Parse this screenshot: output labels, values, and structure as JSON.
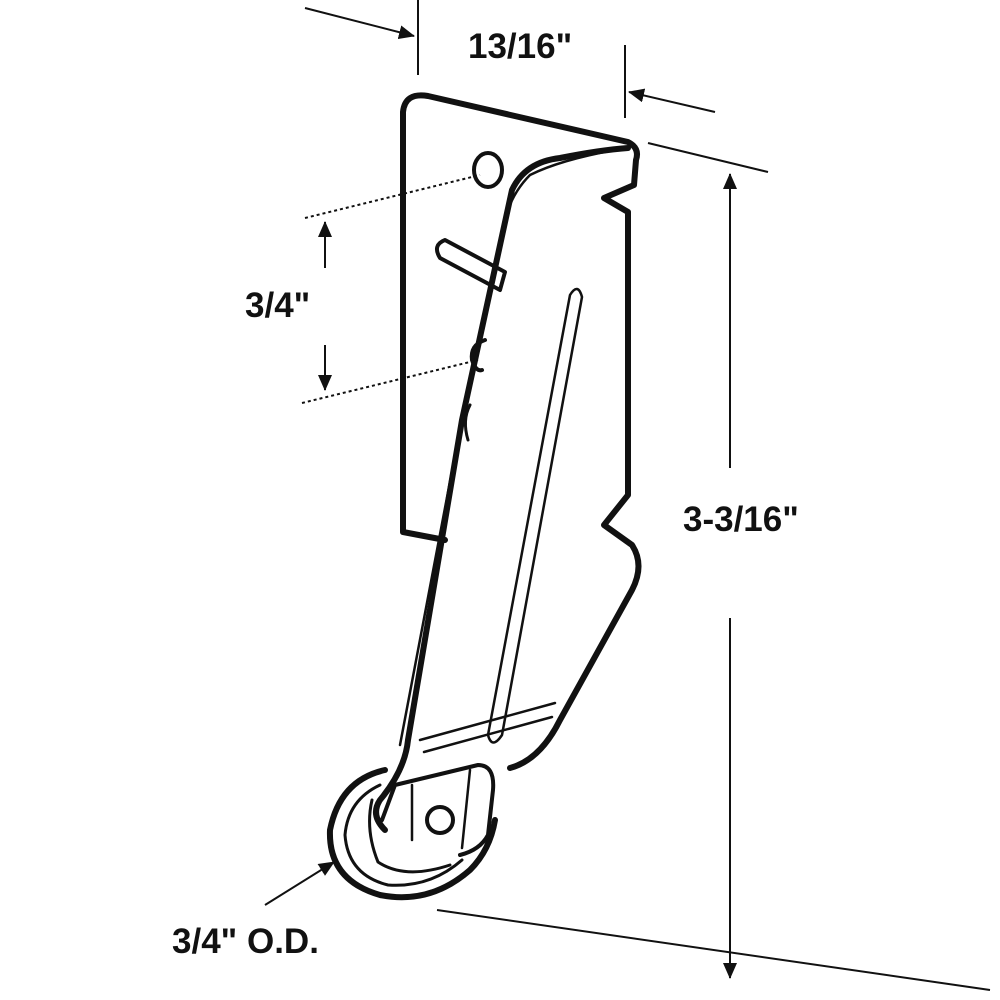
{
  "diagram": {
    "subject": "roller-bracket",
    "line_color": "#111111",
    "dimensions": {
      "width": "13/16\"",
      "hole_spacing": "3/4\"",
      "height": "3-3/16\"",
      "wheel_diameter": "3/4\" O.D."
    }
  }
}
